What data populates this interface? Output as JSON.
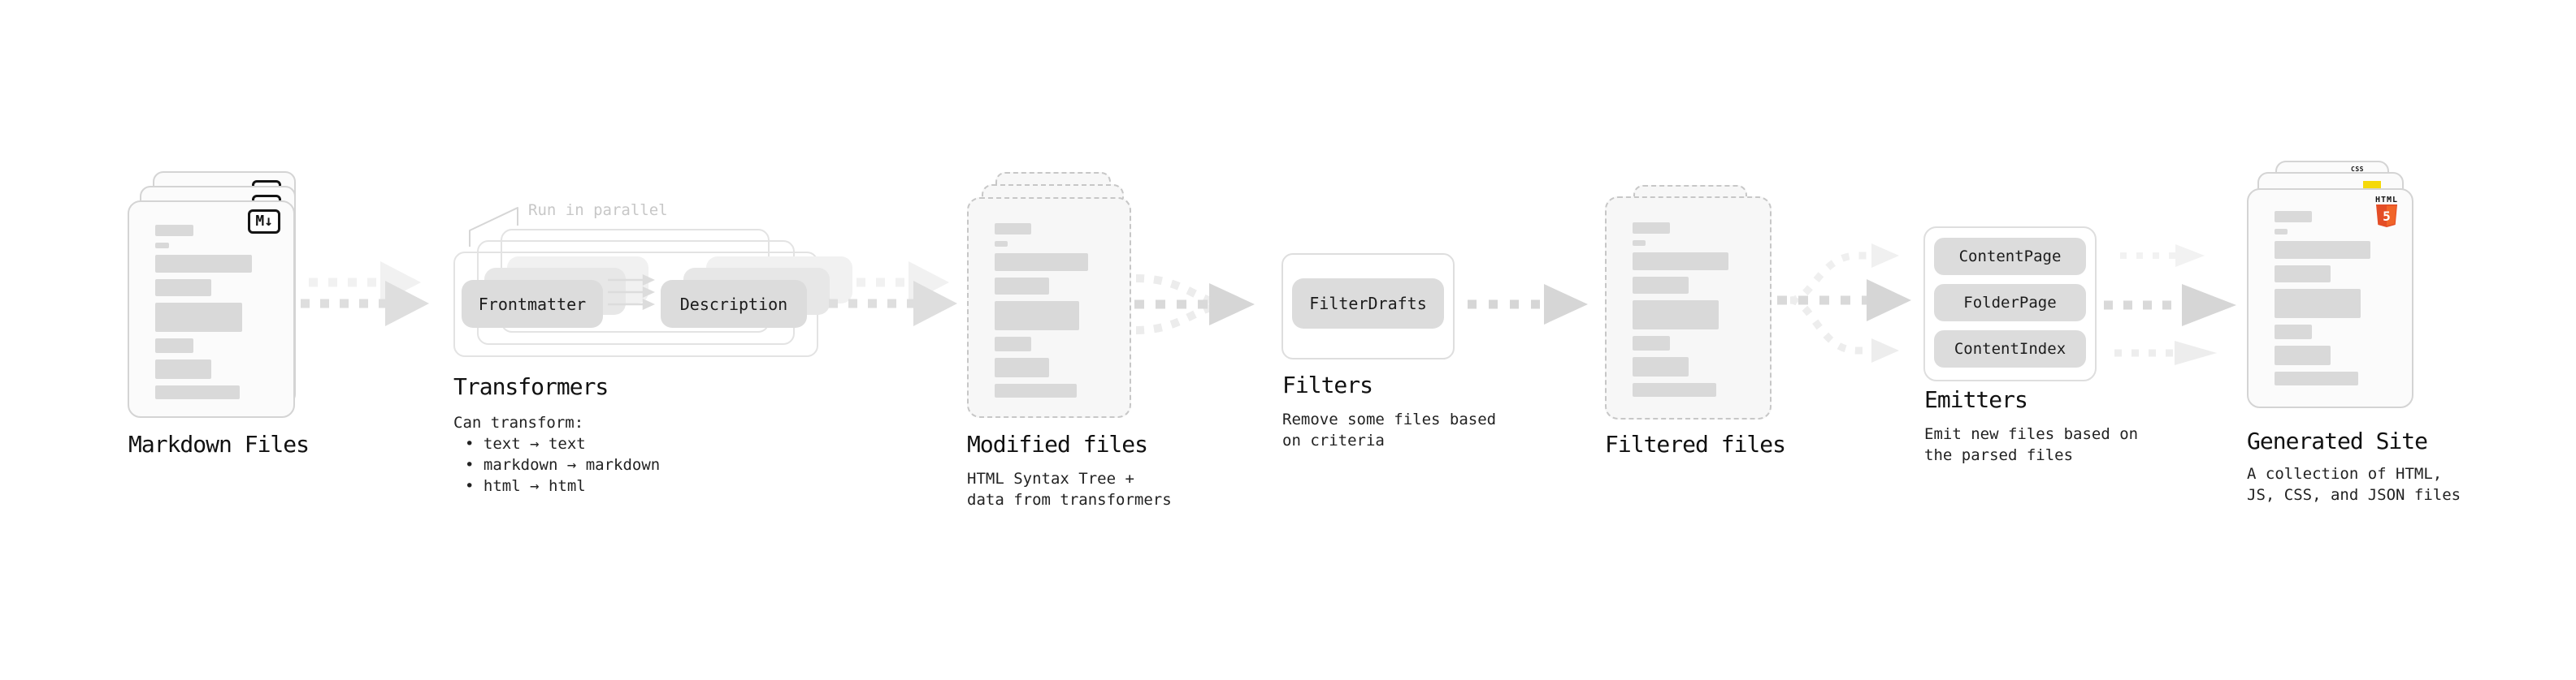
{
  "stages": {
    "markdown": {
      "title": "Markdown Files",
      "badge": "M↓"
    },
    "transformers": {
      "annotation": "Run in parallel",
      "pill_left": "Frontmatter",
      "pill_right": "Description",
      "title": "Transformers",
      "desc_heading": "Can transform:",
      "bullets": [
        "• text → text",
        "• markdown → markdown",
        "• html → html"
      ]
    },
    "modified": {
      "title": "Modified files",
      "desc": [
        "HTML Syntax Tree +",
        "data from transformers"
      ]
    },
    "filters": {
      "title": "Filters",
      "pill": "FilterDrafts",
      "desc": [
        "Remove some files based",
        "on criteria"
      ]
    },
    "filtered": {
      "title": "Filtered files"
    },
    "emitters": {
      "title": "Emitters",
      "pills": [
        "ContentPage",
        "FolderPage",
        "ContentIndex"
      ],
      "desc": [
        "Emit new files based on",
        "the parsed files"
      ]
    },
    "generated": {
      "title": "Generated Site",
      "desc": [
        "A collection of HTML,",
        "JS, CSS, and JSON files"
      ],
      "css_badge": "CSS",
      "html_badge": "HTML",
      "html5_number": "5"
    }
  },
  "colors": {
    "html5_orange": "#e44d26",
    "html5_orange_light": "#f16529",
    "js_yellow": "#f5d90a",
    "css_blue": "#2965f1"
  }
}
